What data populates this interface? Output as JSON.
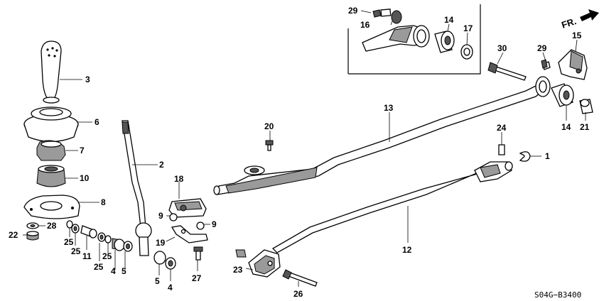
{
  "orientation": {
    "label": "FR."
  },
  "diagram_code": "S04G−B3400",
  "callouts": [
    {
      "id": "c1",
      "number": "1"
    },
    {
      "id": "c2",
      "number": "2"
    },
    {
      "id": "c3",
      "number": "3"
    },
    {
      "id": "c4a",
      "number": "4"
    },
    {
      "id": "c4b",
      "number": "4"
    },
    {
      "id": "c5a",
      "number": "5"
    },
    {
      "id": "c5b",
      "number": "5"
    },
    {
      "id": "c6",
      "number": "6"
    },
    {
      "id": "c7",
      "number": "7"
    },
    {
      "id": "c8",
      "number": "8"
    },
    {
      "id": "c9a",
      "number": "9"
    },
    {
      "id": "c9b",
      "number": "9"
    },
    {
      "id": "c10",
      "number": "10"
    },
    {
      "id": "c11",
      "number": "11"
    },
    {
      "id": "c12",
      "number": "12"
    },
    {
      "id": "c13",
      "number": "13"
    },
    {
      "id": "c14a",
      "number": "14"
    },
    {
      "id": "c14b",
      "number": "14"
    },
    {
      "id": "c15",
      "number": "15"
    },
    {
      "id": "c16",
      "number": "16"
    },
    {
      "id": "c17",
      "number": "17"
    },
    {
      "id": "c18",
      "number": "18"
    },
    {
      "id": "c19",
      "number": "19"
    },
    {
      "id": "c20",
      "number": "20"
    },
    {
      "id": "c21",
      "number": "21"
    },
    {
      "id": "c22",
      "number": "22"
    },
    {
      "id": "c23",
      "number": "23"
    },
    {
      "id": "c24",
      "number": "24"
    },
    {
      "id": "c25a",
      "number": "25"
    },
    {
      "id": "c25b",
      "number": "25"
    },
    {
      "id": "c25c",
      "number": "25"
    },
    {
      "id": "c25d",
      "number": "25"
    },
    {
      "id": "c26",
      "number": "26"
    },
    {
      "id": "c27",
      "number": "27"
    },
    {
      "id": "c28",
      "number": "28"
    },
    {
      "id": "c29a",
      "number": "29"
    },
    {
      "id": "c29b",
      "number": "29"
    },
    {
      "id": "c30",
      "number": "30"
    }
  ]
}
